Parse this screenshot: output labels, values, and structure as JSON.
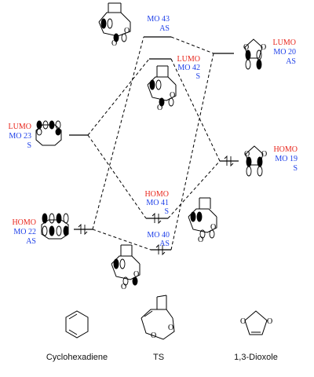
{
  "cyclohexadiene": {
    "lumo": {
      "role": "LUMO",
      "mo": "MO 23",
      "sym": "S"
    },
    "homo": {
      "role": "HOMO",
      "mo": "MO 22",
      "sym": "AS"
    },
    "caption": "Cyclohexadiene"
  },
  "ts": {
    "mo43": {
      "mo": "MO 43",
      "sym": "AS"
    },
    "mo42": {
      "role": "LUMO",
      "mo": "MO 42",
      "sym": "S"
    },
    "mo41": {
      "role": "HOMO",
      "mo": "MO 41",
      "sym": "S"
    },
    "mo40": {
      "mo": "MO 40",
      "sym": "AS"
    },
    "caption": "TS"
  },
  "dioxole": {
    "lumo": {
      "role": "LUMO",
      "mo": "MO 20",
      "sym": "AS"
    },
    "homo": {
      "role": "HOMO",
      "mo": "MO 19",
      "sym": "S"
    },
    "caption": "1,3-Dioxole"
  },
  "colors": {
    "role": "#e8261c",
    "mo": "#1c3ee8"
  }
}
